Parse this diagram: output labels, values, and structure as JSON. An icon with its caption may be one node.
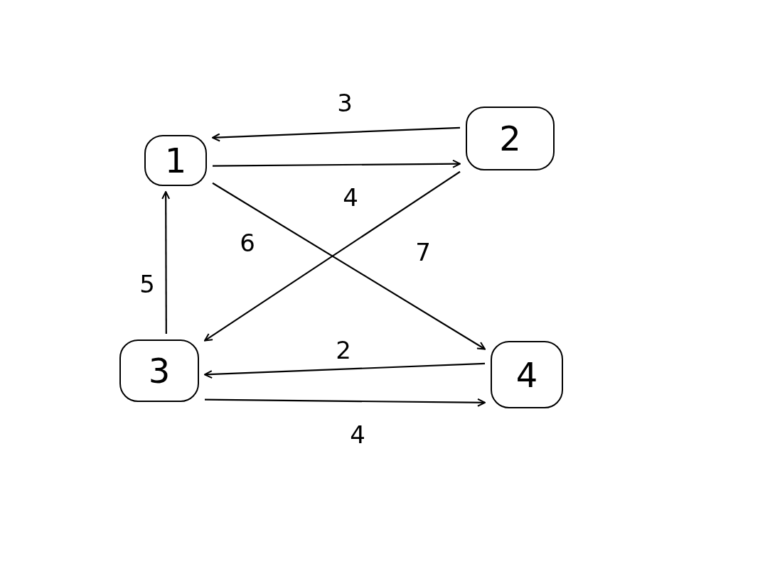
{
  "diagram": {
    "nodes": [
      {
        "text": [
          "1"
        ]
      },
      {
        "text": [
          "2"
        ]
      },
      {
        "text": [
          "3"
        ]
      },
      {
        "text": [
          "4"
        ]
      }
    ],
    "edges": [
      {
        "from": 1,
        "to": 0,
        "arrow": "to",
        "label": "3"
      },
      {
        "from": 0,
        "to": 1,
        "arrow": "to",
        "label": "4"
      },
      {
        "from": 0,
        "to": 3,
        "arrow": "to",
        "label": "6"
      },
      {
        "from": 1,
        "to": 2,
        "arrow": "to",
        "label": "7"
      },
      {
        "from": 2,
        "to": 0,
        "arrow": "to",
        "label": "5"
      },
      {
        "from": 3,
        "to": 2,
        "arrow": "to",
        "label": "2"
      },
      {
        "from": 2,
        "to": 3,
        "arrow": "to",
        "label": "4"
      }
    ]
  }
}
